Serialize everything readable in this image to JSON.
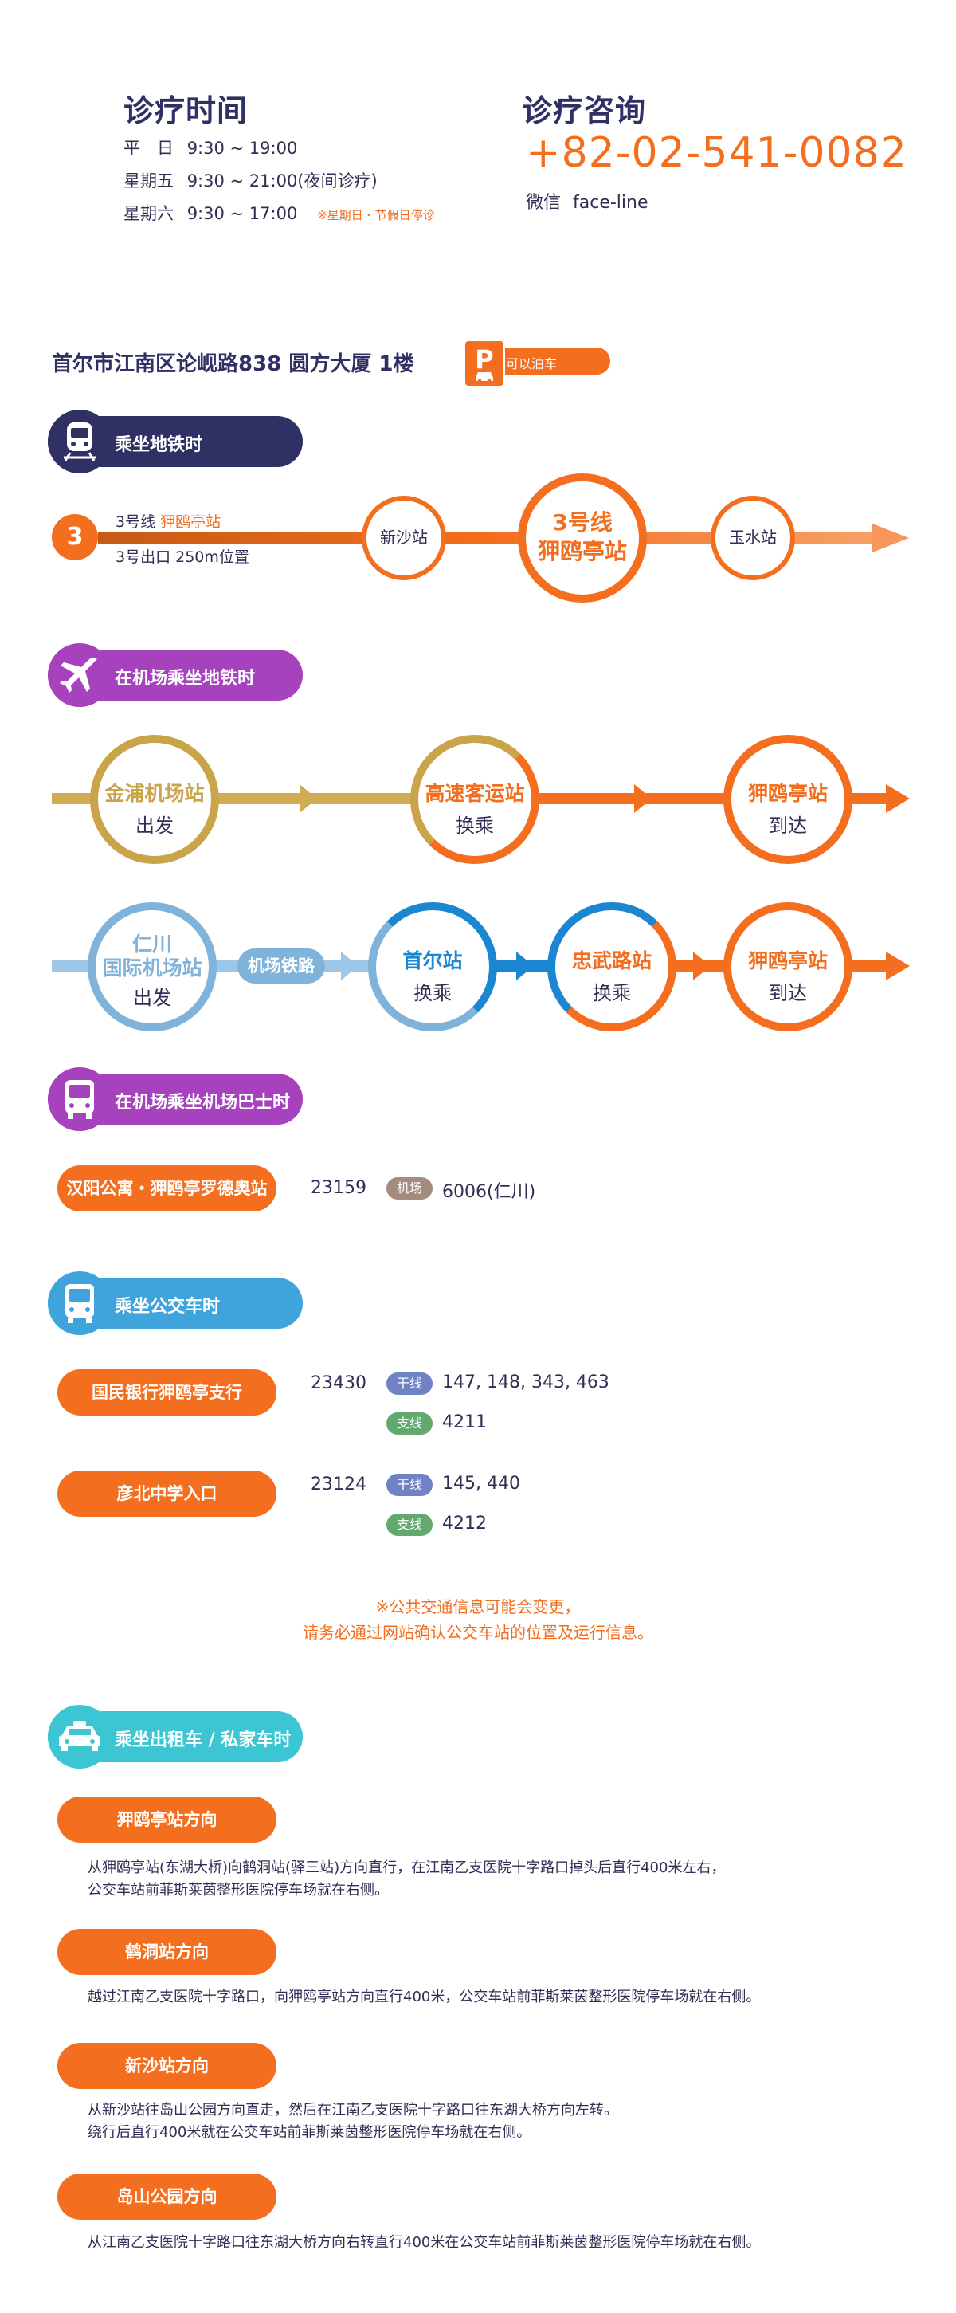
{
  "hours": {
    "title": "诊疗时间",
    "rows": [
      {
        "day": "平　日",
        "time": "9:30 ~ 19:00",
        "note": ""
      },
      {
        "day": "星期五",
        "time": "9:30 ~ 21:00(夜间诊疗)",
        "note": ""
      },
      {
        "day": "星期六",
        "time": "9:30 ~ 17:00",
        "note": "※星期日・节假日停诊"
      }
    ]
  },
  "consult": {
    "title": "诊疗咨询",
    "phone": "+82-02-541-0082",
    "wechat_label": "微信",
    "wechat_id": "face-line"
  },
  "location": {
    "address": "首尔市江南区论岘路838 圆方大厦 1楼",
    "parking_label": "可以泊车",
    "parking_letter": "P"
  },
  "subway": {
    "section_label": "乘坐地铁时",
    "line_number": "3",
    "line_text": "3号线",
    "station_text": "狎鸥亭站",
    "exit_text": "3号出口 250m位置",
    "stations": [
      "新沙站",
      "3号线",
      "狎鸥亭站",
      "玉水站"
    ]
  },
  "airport_subway": {
    "section_label": "在机场乘坐地铁时",
    "route1": [
      {
        "name": "金浦机场站",
        "sub": "出发"
      },
      {
        "name": "高速客运站",
        "sub": "换乘"
      },
      {
        "name": "狎鸥亭站",
        "sub": "到达"
      }
    ],
    "route2": [
      {
        "name": "仁川",
        "name2": "国际机场站",
        "sub": "出发"
      },
      {
        "name": "首尔站",
        "sub": "换乘"
      },
      {
        "name": "忠武路站",
        "sub": "换乘"
      },
      {
        "name": "狎鸥亭站",
        "sub": "到达"
      }
    ],
    "railway_label": "机场铁路"
  },
  "airport_bus": {
    "section_label": "在机场乘坐机场巴士时",
    "stop": "汉阳公寓・狎鸥亭罗德奥站",
    "stop_number": "23159",
    "tag": "机场",
    "route": "6006(仁川)"
  },
  "bus": {
    "section_label": "乘坐公交车时",
    "stops": [
      {
        "name": "国民银行狎鸥亭支行",
        "number": "23430",
        "trunk_tag": "干线",
        "trunk": "147, 148, 343, 463",
        "branch_tag": "支线",
        "branch": "4211"
      },
      {
        "name": "彦北中学入口",
        "number": "23124",
        "trunk_tag": "干线",
        "trunk": "145, 440",
        "branch_tag": "支线",
        "branch": "4212"
      }
    ],
    "notice_line1": "※公共交通信息可能会变更，",
    "notice_line2": "请务必通过网站确认公交车站的位置及运行信息。"
  },
  "taxi": {
    "section_label": "乘坐出租车 / 私家车时",
    "directions": [
      {
        "label": "狎鸥亭站方向",
        "line1": "从狎鸥亭站(东湖大桥)向鹤洞站(驿三站)方向直行，在江南乙支医院十字路口掉头后直行400米左右，",
        "line2": "公交车站前菲斯莱茵整形医院停车场就在右侧。"
      },
      {
        "label": "鹤洞站方向",
        "line1": "越过江南乙支医院十字路口，向狎鸥亭站方向直行400米，公交车站前菲斯莱茵整形医院停车场就在右侧。",
        "line2": ""
      },
      {
        "label": "新沙站方向",
        "line1": "从新沙站往岛山公园方向直走，然后在江南乙支医院十字路口往东湖大桥方向左转。",
        "line2": "绕行后直行400米就在公交车站前菲斯莱茵整形医院停车场就在右侧。"
      },
      {
        "label": "岛山公园方向",
        "line1": "从江南乙支医院十字路口往东湖大桥方向右转直行400米在公交车站前菲斯莱茵整形医院停车场就在右侧。",
        "line2": ""
      }
    ]
  },
  "colors": {
    "orange": "#f36e1e",
    "navy": "#2f3064",
    "purple": "#a642bd",
    "gold": "#c9a44a",
    "lightblue": "#7fb3d9",
    "blue": "#1b86d1",
    "busblue": "#3fa3dc",
    "teal": "#3cc6d3",
    "trunk": "#6f83c4",
    "branch": "#62a86f",
    "airport_tag": "#a38c7d"
  }
}
